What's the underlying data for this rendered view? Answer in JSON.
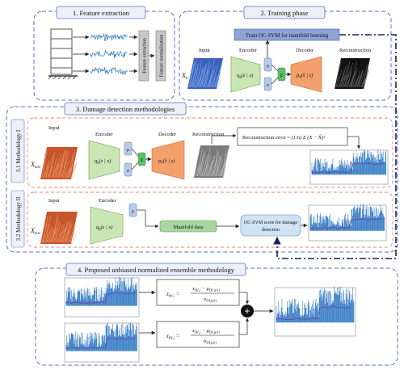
{
  "sections": {
    "feature_extraction": "1. Feature extraction",
    "training": "2. Training phase",
    "detection": "3. Damage detection methodologies",
    "ensemble": "4. Proposed unbiased normalized ensemble methodology"
  },
  "side_labels": {
    "methodology_1": "3.1 Methodology I",
    "methodology_2": "3.2 Methodology II"
  },
  "feature": {
    "extraction": "Feature extraction",
    "normalization": "Feature normalization"
  },
  "training": {
    "ocsvm_box": "Train OC-SVM for manifold learning",
    "input": "Input",
    "encoder": "Encoder",
    "decoder": "Decoder",
    "reconstruction": "Reconstruction",
    "x_label": "X",
    "x_sub": "tr",
    "encoder_fn": "q",
    "encoder_sub": "ϕ",
    "encoder_arg": "(z | x)",
    "decoder_fn": "p",
    "decoder_sub": "θ",
    "decoder_arg": "(x̂ | z)",
    "mu": "μ",
    "sigma": "σ",
    "z": "Z"
  },
  "method1": {
    "input": "Input",
    "encoder": "Encoder",
    "decoder": "Decoder",
    "reconstruction": "Reconstruction",
    "x_label": "X",
    "x_sub": "test",
    "error_label": "Reconstruction error = ",
    "error_formula": "(1/n) Σ (X − X̂)²"
  },
  "method2": {
    "input": "Input",
    "encoder": "Encoder",
    "x_label": "X",
    "x_sub": "test",
    "manifold": "Manifold data",
    "ocsvm_score_1": "OC-SVM score for damage",
    "ocsvm_score_2": "detection"
  },
  "ensemble": {
    "formula1_lhs": "z",
    "formula1_lhs_sub": "DI,i",
    "formula1_num": "x",
    "formula1_num_sub": "DI,i",
    "formula1_num_rest": " − μ",
    "formula1_num_rest_sub": "DI,i(tr)",
    "formula1_den": "σ",
    "formula1_den_sub": "DI,i(tr)",
    "formula2_lhs": "z",
    "formula2_lhs_sub": "DI,j",
    "formula2_num": "x",
    "formula2_num_sub": "DI,j",
    "formula2_num_rest": " − μ",
    "formula2_num_rest_sub": "DI,j(tr)",
    "formula2_den": "σ",
    "formula2_den_sub": "DI,j(tr)",
    "plus": "+"
  },
  "colors": {
    "frame": "#5a6ec8",
    "detect_frame": "#e8866a",
    "encoder": "#c9e6b4",
    "decoder": "#f4a06c",
    "latent": "#b8cce6",
    "z": "#5fbf6a",
    "ocsvm_box": "#8fa3d6",
    "manifold": "#a8d5a0",
    "score_box": "#cfe3f2",
    "dark_line": "#1a1f5e"
  }
}
